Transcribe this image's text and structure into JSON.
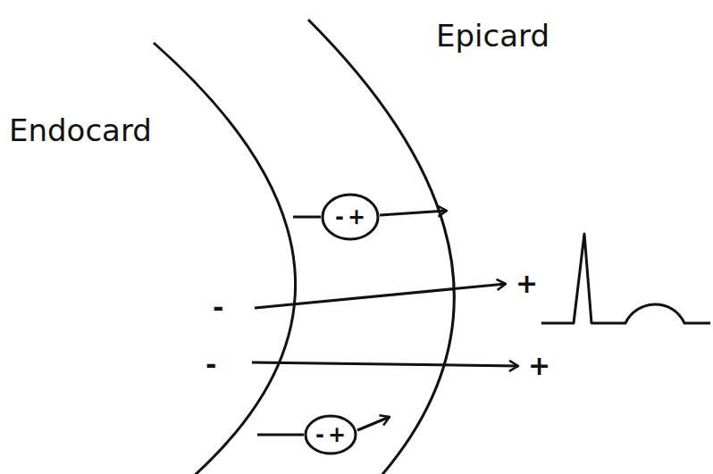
{
  "diagram": {
    "nodes": [
      {
        "text": [
          "-",
          "+"
        ]
      },
      {
        "text": [
          "-",
          "+"
        ]
      }
    ],
    "labels": [
      "Endocard",
      "Epicard",
      "-",
      "+",
      "-",
      "+"
    ]
  }
}
